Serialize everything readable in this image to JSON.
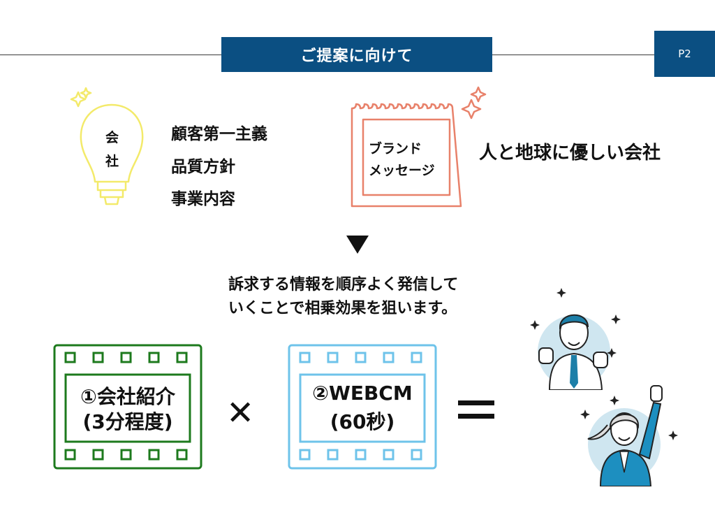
{
  "header": {
    "title": "ご提案に向けて",
    "page_label": "P2"
  },
  "bulb": {
    "char1": "会",
    "char2": "社",
    "items": [
      "顧客第一主義",
      "品質方針",
      "事業内容"
    ]
  },
  "brand": {
    "stamp_line1": "ブランド",
    "stamp_line2": "メッセージ",
    "message": "人と地球に優しい会社"
  },
  "appeal": {
    "line1": "訴求する情報を順序よく発信して",
    "line2": "いくことで相乗効果を狙います。"
  },
  "films": [
    {
      "line1": "①会社紹介",
      "line2": "(3分程度)",
      "color": "#1d7a1d"
    },
    {
      "line1": "②WEBCM",
      "line2": "(60秒)",
      "color": "#6ec3ea"
    }
  ],
  "operators": {
    "times": "✕"
  },
  "colors": {
    "brand_blue": "#0b4f82",
    "bulb_yellow": "#f3ea6a",
    "stamp_red": "#e8816a"
  }
}
